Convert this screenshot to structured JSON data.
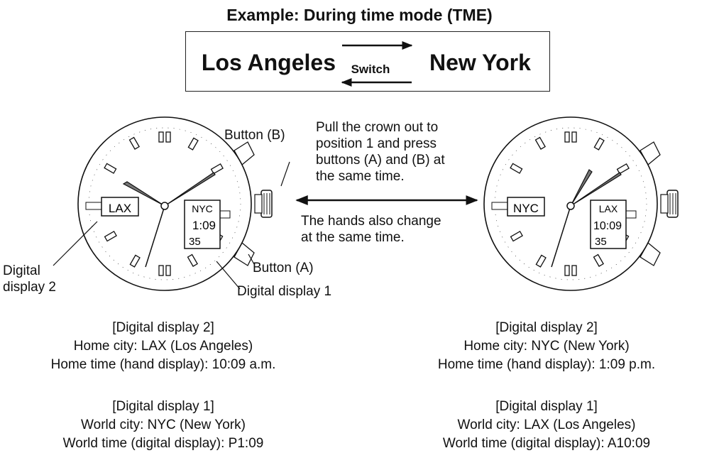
{
  "title": "Example: During time mode (TME)",
  "switch": {
    "left_city": "Los Angeles",
    "right_city": "New York",
    "label": "Switch"
  },
  "labels": {
    "button_b": "Button (B)",
    "button_a": "Button (A)",
    "digital_display_2": [
      "Digital",
      "display 2"
    ],
    "digital_display_1": "Digital display 1",
    "instruction": [
      "Pull the crown out to",
      "position 1 and press",
      "buttons (A) and (B) at",
      "the same time."
    ],
    "hands_note": [
      "The hands also change",
      "at the same time."
    ]
  },
  "left_watch": {
    "display2": "LAX",
    "display1_city": "NYC",
    "display1_time": "1:09",
    "display1_seconds": "35",
    "info_display2": [
      "[Digital display 2]",
      "Home city: LAX (Los Angeles)",
      "Home time (hand display): 10:09 a.m."
    ],
    "info_display1": [
      "[Digital display 1]",
      "World city: NYC (New York)",
      "World time (digital display): P1:09"
    ]
  },
  "right_watch": {
    "display2": "NYC",
    "display1_city": "LAX",
    "display1_time": "10:09",
    "display1_seconds": "35",
    "info_display2": [
      "[Digital display 2]",
      "Home city: NYC (New York)",
      "Home time (hand display): 1:09 p.m."
    ],
    "info_display1": [
      "[Digital display 1]",
      "World city: LAX (Los Angeles)",
      "World time (digital display): A10:09"
    ]
  },
  "colors": {
    "ink": "#111111",
    "hand_fill": "#777777",
    "background": "#ffffff"
  }
}
